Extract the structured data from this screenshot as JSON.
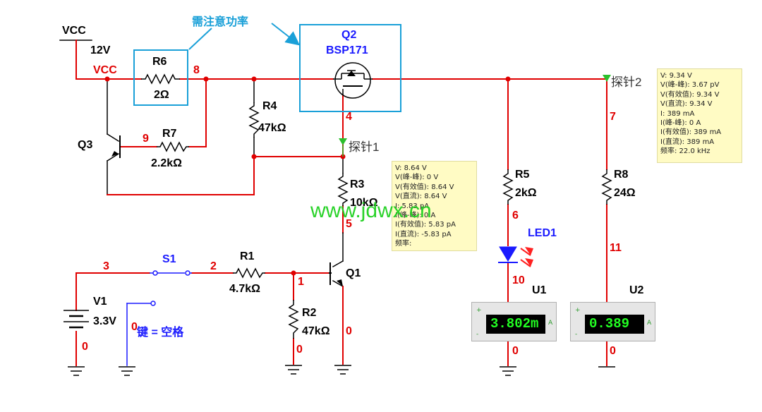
{
  "labels": {
    "vcc_title": "VCC",
    "vcc_value": "12V",
    "vcc_net": "VCC",
    "power_note": "需注意功率",
    "q2_name": "Q2",
    "q2_part": "BSP171",
    "r6_name": "R6",
    "r6_value": "2Ω",
    "r7_name": "R7",
    "r7_value": "2.2kΩ",
    "q3_name": "Q3",
    "r4_name": "R4",
    "r4_value": "47kΩ",
    "probe1": "探针1",
    "probe2": "探针2",
    "r3_name": "R3",
    "r3_value": "10kΩ",
    "r5_name": "R5",
    "r5_value": "2kΩ",
    "r8_name": "R8",
    "r8_value": "24Ω",
    "led_name": "LED1",
    "s1_name": "S1",
    "r1_name": "R1",
    "r1_value": "4.7kΩ",
    "q1_name": "Q1",
    "r2_name": "R2",
    "r2_value": "47kΩ",
    "v1_name": "V1",
    "v1_value": "3.3V",
    "key_note": "键 = 空格",
    "u1_name": "U1",
    "u2_name": "U2",
    "watermark": "www.jdwx.cn"
  },
  "nets": {
    "n8": "8",
    "n9": "9",
    "n4": "4",
    "n7": "7",
    "n5": "5",
    "n6": "6",
    "n11": "11",
    "n10": "10",
    "n3": "3",
    "n2": "2",
    "n1": "1",
    "n0_v1": "0",
    "n0_key": "0",
    "n0_r2": "0",
    "n0_q1": "0",
    "n0_u1": "0",
    "n0_u2": "0"
  },
  "probe1_readout": [
    "V: 8.64 V",
    "V(峰-峰): 0 V",
    "V(有效值): 8.64 V",
    "V(直流): 8.64 V",
    "I: 5.83 pA",
    "I(峰-峰): 0 A",
    "I(有效值): 5.83 pA",
    "I(直流): -5.83 pA",
    "频率:"
  ],
  "probe2_readout": [
    "V: 9.34 V",
    "V(峰-峰): 3.67 pV",
    "V(有效值): 9.34 V",
    "V(直流): 9.34 V",
    "I: 389 mA",
    "I(峰-峰): 0 A",
    "I(有效值): 389 mA",
    "I(直流): 389 mA",
    "频率: 22.0 kHz"
  ],
  "meters": {
    "u1_display": "3.802m",
    "u2_display": "0.389",
    "plus": "+",
    "minus": "-",
    "unit": "A"
  },
  "colors": {
    "wire_red": "#e00000",
    "wire_blue": "#1a1aff",
    "highlight_box": "#1aa0d8",
    "lcd_text": "#22ff22",
    "led_blue": "#1a1aff",
    "led_arrow": "#ff2020"
  }
}
